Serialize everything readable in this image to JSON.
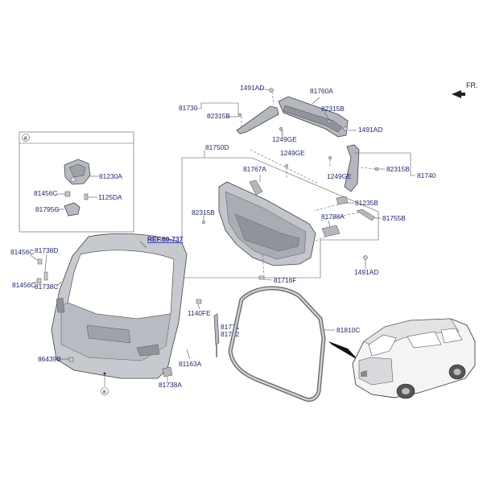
{
  "diagram": {
    "direction_label": "FR.",
    "reference_label": "REF.60-737",
    "callout_letter": "a",
    "labels": {
      "p1491AD_top": "1491AD",
      "p81760A": "81760A",
      "p81730": "81730",
      "p82315B_left": "82315B",
      "p82315B_right": "82315B",
      "p1249GE_a": "1249GE",
      "p1491AD_right": "1491AD",
      "p81750D": "81750D",
      "p1249GE_b": "1249GE",
      "p82315B_mid": "82315B",
      "p81740": "81740",
      "p81767A": "81767A",
      "p1249GE_c": "1249GE",
      "p81235B": "81235B",
      "p82315B_low": "82315B",
      "p81788A": "81788A",
      "p81755B": "81755B",
      "p1491AD_low": "1491AD",
      "p81716F": "81716F",
      "p81230A": "81230A",
      "p81456C_a": "81456C",
      "p1125DA": "1125DA",
      "p81795G": "81795G",
      "p81456C_b": "81456C",
      "p81738D": "81738D",
      "p81456C_c": "81456C",
      "p81738C": "81738C",
      "p1140FE": "1140FE",
      "p81771": "81771",
      "p81772": "81772",
      "p81810C": "81810C",
      "p86439B": "86439B",
      "p81163A": "81163A",
      "p81738A": "81738A"
    }
  }
}
